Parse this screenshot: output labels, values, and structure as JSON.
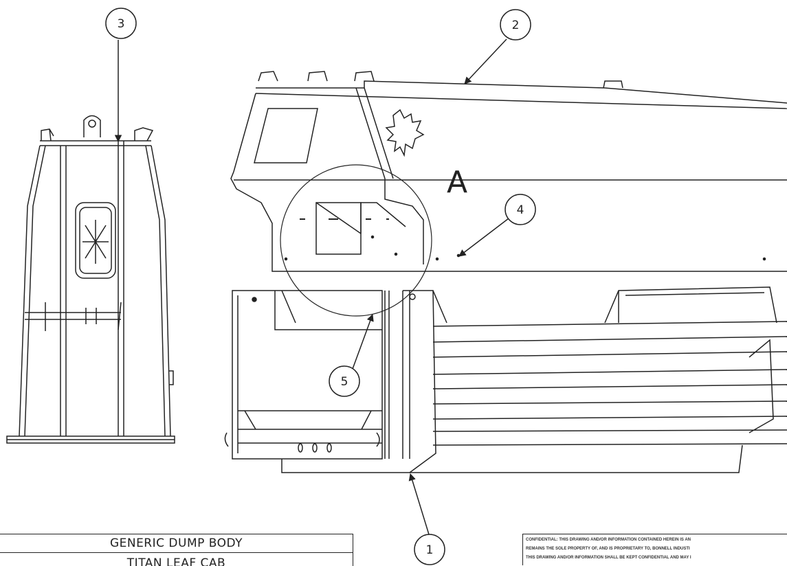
{
  "balloons": [
    {
      "label": "1"
    },
    {
      "label": "2"
    },
    {
      "label": "3"
    },
    {
      "label": "4"
    },
    {
      "label": "5"
    }
  ],
  "view_label": "A",
  "title_block": {
    "title": "GENERIC DUMP BODY",
    "subtitle": "TITAN LEAF CAB"
  },
  "confidential_notice": {
    "line1": "CONFIDENTIAL: THIS DRAWING AND/OR INFORMATION CONTAINED HEREIN IS AN",
    "line2": "REMAINS THE SOLE PROPERTY OF, AND IS PROPRIETARY TO, BONNELL INDUSTI",
    "line3": "THIS DRAWING AND/OR INFORMATION SHALL BE KEPT CONFIDENTIAL AND MAY I"
  },
  "colors": {
    "line": "#222222",
    "background": "#ffffff",
    "shading": "#e6e6e6"
  }
}
